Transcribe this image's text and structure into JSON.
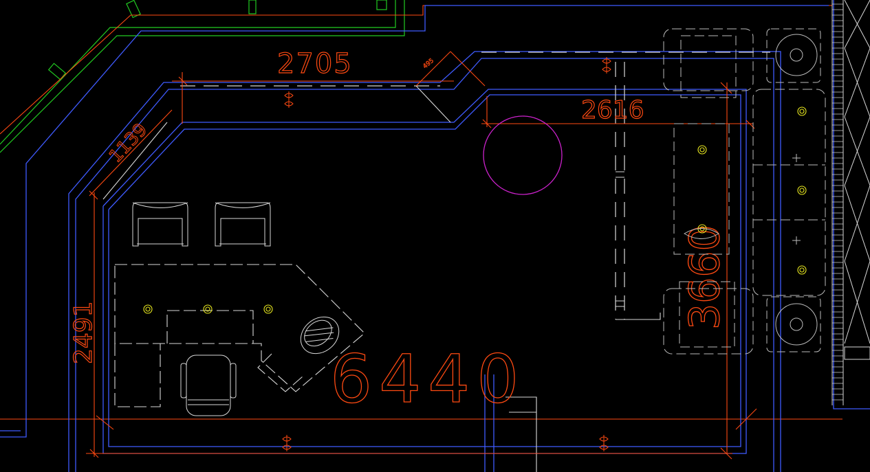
{
  "drawing": {
    "view": "floor-plan",
    "background": "#000000"
  },
  "colors": {
    "wall_blue": "#3f5bff",
    "wall_white": "#d9d9d9",
    "dimension": "#ff4a12",
    "green": "#22cc22",
    "yellow": "#e8e820",
    "magenta": "#cc22cc",
    "grey": "#bdbdbd"
  },
  "dimensions": {
    "top_width": "2705",
    "diag_edge": "1139",
    "right_top_width": "2616",
    "left_height": "2491",
    "overall_width": "6440",
    "right_height": "3660",
    "small_note": "495"
  },
  "symbols": {
    "light_fixture": "ceiling-light-icon",
    "outlet": "outlet-icon",
    "chair": "chair-icon",
    "downlight": "downlight-icon"
  }
}
